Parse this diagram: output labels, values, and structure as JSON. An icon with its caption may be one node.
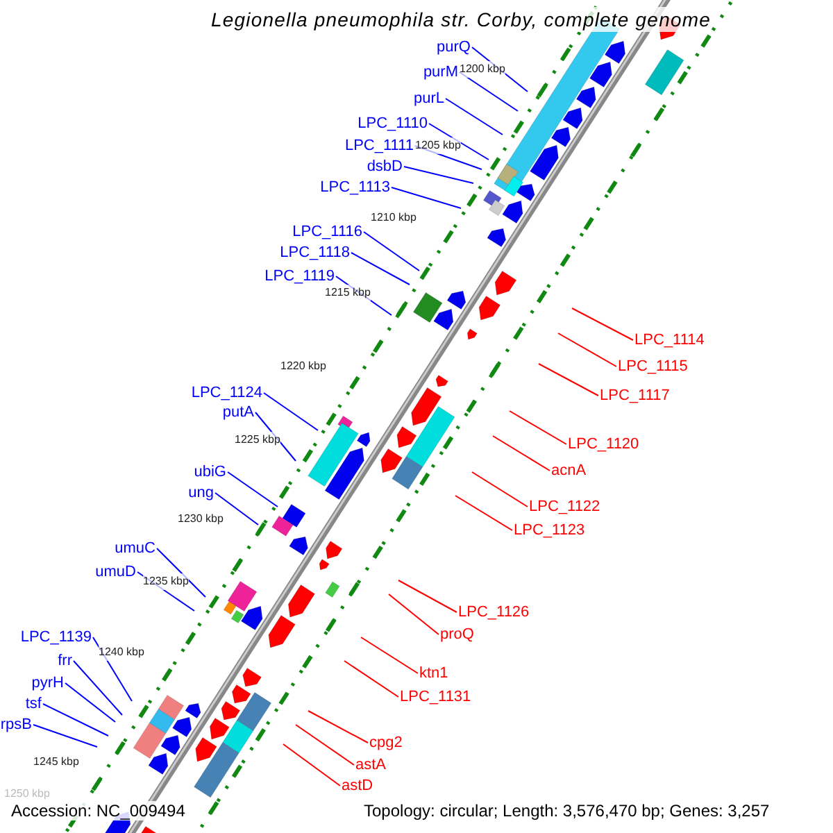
{
  "diagram": {
    "title": "Legionella pneumophila str. Corby, complete genome",
    "nodes": [
      {
        "text": [
          "purQ"
        ]
      },
      {
        "text": [
          "purM"
        ]
      },
      {
        "text": [
          "purL"
        ]
      },
      {
        "text": [
          "LPC_1110"
        ]
      },
      {
        "text": [
          "LPC_1111"
        ]
      },
      {
        "text": [
          "dsbD"
        ]
      },
      {
        "text": [
          "LPC_1113"
        ]
      },
      {
        "text": [
          "LPC_1116"
        ]
      },
      {
        "text": [
          "LPC_1118"
        ]
      },
      {
        "text": [
          "LPC_1119"
        ]
      },
      {
        "text": [
          "LPC_1114"
        ]
      },
      {
        "text": [
          "LPC_1115"
        ]
      },
      {
        "text": [
          "LPC_1117"
        ]
      },
      {
        "text": [
          "LPC_1124"
        ]
      },
      {
        "text": [
          "LPC_1120"
        ]
      },
      {
        "text": [
          "putA"
        ]
      },
      {
        "text": [
          "acnA"
        ]
      },
      {
        "text": [
          "ubiG"
        ]
      },
      {
        "text": [
          "LPC_1122"
        ]
      },
      {
        "text": [
          "ung"
        ]
      },
      {
        "text": [
          "LPC_1123"
        ]
      },
      {
        "text": [
          "umuC"
        ]
      },
      {
        "text": [
          "umuD"
        ]
      },
      {
        "text": [
          "LPC_1126"
        ]
      },
      {
        "text": [
          "proQ"
        ]
      },
      {
        "text": [
          "LPC_1139"
        ]
      },
      {
        "text": [
          "frr"
        ]
      },
      {
        "text": [
          "ktn1"
        ]
      },
      {
        "text": [
          "pyrH"
        ]
      },
      {
        "text": [
          "LPC_1131"
        ]
      },
      {
        "text": [
          "tsf"
        ]
      },
      {
        "text": [
          "rpsB"
        ]
      },
      {
        "text": [
          "cpg2"
        ]
      },
      {
        "text": [
          "astA"
        ]
      },
      {
        "text": [
          "astD"
        ]
      }
    ],
    "edges": [
      {
        "from": 0,
        "to": null,
        "arrow": "none"
      },
      {
        "from": 1,
        "to": null,
        "arrow": "none"
      },
      {
        "from": 2,
        "to": null,
        "arrow": "none"
      },
      {
        "from": 3,
        "to": null,
        "arrow": "none"
      },
      {
        "from": 4,
        "to": null,
        "arrow": "none"
      },
      {
        "from": 5,
        "to": null,
        "arrow": "none"
      },
      {
        "from": 6,
        "to": null,
        "arrow": "none"
      },
      {
        "from": 7,
        "to": null,
        "arrow": "none"
      },
      {
        "from": 8,
        "to": null,
        "arrow": "none"
      },
      {
        "from": 9,
        "to": null,
        "arrow": "none"
      },
      {
        "from": 10,
        "to": null,
        "arrow": "none",
        "color": "#ff0000"
      },
      {
        "from": 11,
        "to": null,
        "arrow": "none",
        "color": "#ff0000"
      },
      {
        "from": 12,
        "to": null,
        "arrow": "none",
        "color": "#ff0000"
      },
      {
        "from": 13,
        "to": null,
        "arrow": "none"
      },
      {
        "from": 14,
        "to": null,
        "arrow": "none",
        "color": "#ff0000"
      },
      {
        "from": 15,
        "to": null,
        "arrow": "none"
      },
      {
        "from": 16,
        "to": null,
        "arrow": "none",
        "color": "#ff0000"
      },
      {
        "from": 17,
        "to": null,
        "arrow": "none"
      },
      {
        "from": 18,
        "to": null,
        "arrow": "none",
        "color": "#ff0000"
      },
      {
        "from": 19,
        "to": null,
        "arrow": "none"
      },
      {
        "from": 20,
        "to": null,
        "arrow": "none",
        "color": "#ff0000"
      },
      {
        "from": 21,
        "to": null,
        "arrow": "none"
      },
      {
        "from": 22,
        "to": null,
        "arrow": "none"
      },
      {
        "from": 23,
        "to": null,
        "arrow": "none",
        "color": "#ff0000"
      },
      {
        "from": 24,
        "to": null,
        "arrow": "none",
        "color": "#ff0000"
      },
      {
        "from": 25,
        "to": null,
        "arrow": "none"
      },
      {
        "from": 26,
        "to": null,
        "arrow": "none"
      },
      {
        "from": 27,
        "to": null,
        "arrow": "none",
        "color": "#ff0000"
      },
      {
        "from": 28,
        "to": null,
        "arrow": "none"
      },
      {
        "from": 29,
        "to": null,
        "arrow": "none",
        "color": "#ff0000"
      },
      {
        "from": 30,
        "to": null,
        "arrow": "none"
      },
      {
        "from": 31,
        "to": null,
        "arrow": "none"
      },
      {
        "from": 32,
        "to": null,
        "arrow": "none",
        "color": "#ff0000"
      },
      {
        "from": 33,
        "to": null,
        "arrow": "none",
        "color": "#ff0000"
      },
      {
        "from": 34,
        "to": null,
        "arrow": "none",
        "color": "#ff0000"
      }
    ],
    "labels": [
      "1200 kbp",
      "1205 kbp",
      "1210 kbp",
      "1215 kbp",
      "1220 kbp",
      "1225 kbp",
      "1230 kbp",
      "1235 kbp",
      "1240 kbp",
      "1245 kbp",
      "1250 kbp",
      "Accession: NC_009494",
      "Topology: circular; Length: 3,576,470 bp; Genes: 3,257"
    ]
  }
}
